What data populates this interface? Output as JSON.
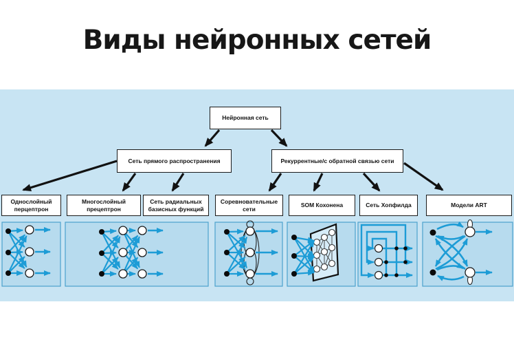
{
  "title": "Виды нейронных сетей",
  "tree": {
    "root": "Нейронная сеть",
    "branches": [
      "Сеть прямого распространения",
      "Рекуррентные/с обратной связью сети"
    ],
    "leaves": [
      "Однослойный перцептрон",
      "Многослойный прецептрон",
      "Сеть радиальных базисных функций",
      "Соревновательные сети",
      "SOM Кохонена",
      "Сеть Хопфилда",
      "Модели ART"
    ],
    "edges": [
      [
        "root",
        "branch-0"
      ],
      [
        "root",
        "branch-1"
      ],
      [
        "branch-0",
        "leaf-0"
      ],
      [
        "branch-0",
        "leaf-1"
      ],
      [
        "branch-0",
        "leaf-2"
      ],
      [
        "branch-1",
        "leaf-3"
      ],
      [
        "branch-1",
        "leaf-4"
      ],
      [
        "branch-1",
        "leaf-5"
      ],
      [
        "branch-1",
        "leaf-6"
      ]
    ]
  },
  "panels": [
    {
      "icon": "single-layer-perceptron-diagram"
    },
    {
      "icon": "multilayer-perceptron-diagram"
    },
    {
      "icon": "competitive-network-diagram"
    },
    {
      "icon": "som-kohonen-map-diagram"
    },
    {
      "icon": "hopfield-network-diagram"
    },
    {
      "icon": "art-model-diagram"
    }
  ],
  "colors": {
    "background": "#ffffff",
    "band": "#c8e4f3",
    "panel_fill": "#b7dbee",
    "panel_border": "#4ba2cc",
    "net_arrow": "#1d9cd6",
    "tree_arrow": "#121212",
    "box_border": "#1a1a1a"
  }
}
